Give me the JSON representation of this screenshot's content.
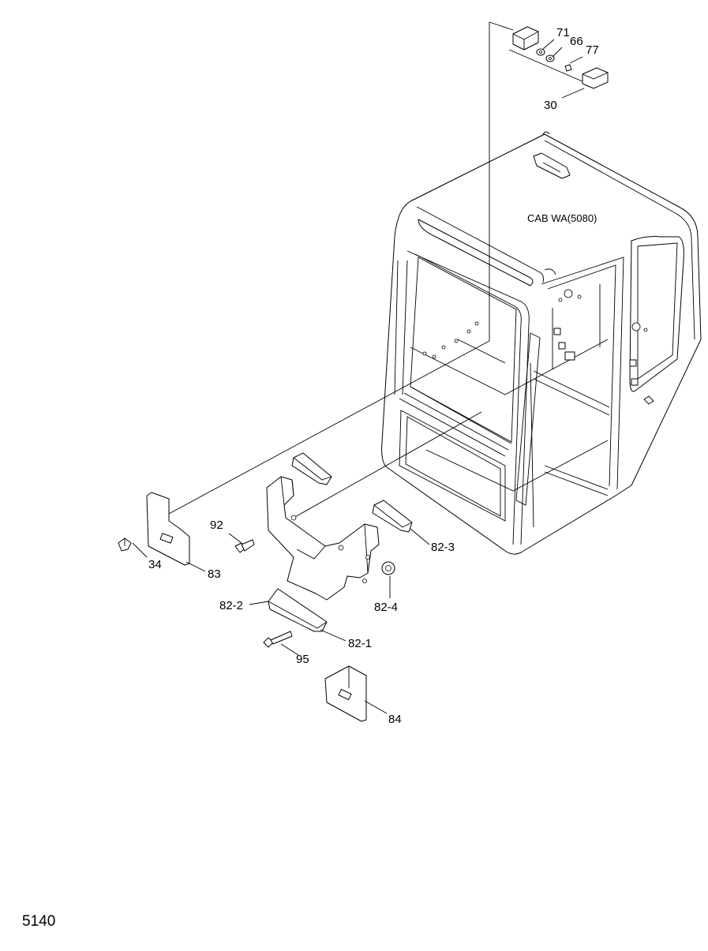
{
  "diagram": {
    "cab_label": "CAB WA(5080)",
    "page_number": "5140",
    "callouts": {
      "p71": "71",
      "p66": "66",
      "p77": "77",
      "p30": "30",
      "p92": "92",
      "p34": "34",
      "p83": "83",
      "p82_3": "82-3",
      "p82_2": "82-2",
      "p82_4": "82-4",
      "p82_1": "82-1",
      "p95": "95",
      "p84": "84"
    }
  }
}
